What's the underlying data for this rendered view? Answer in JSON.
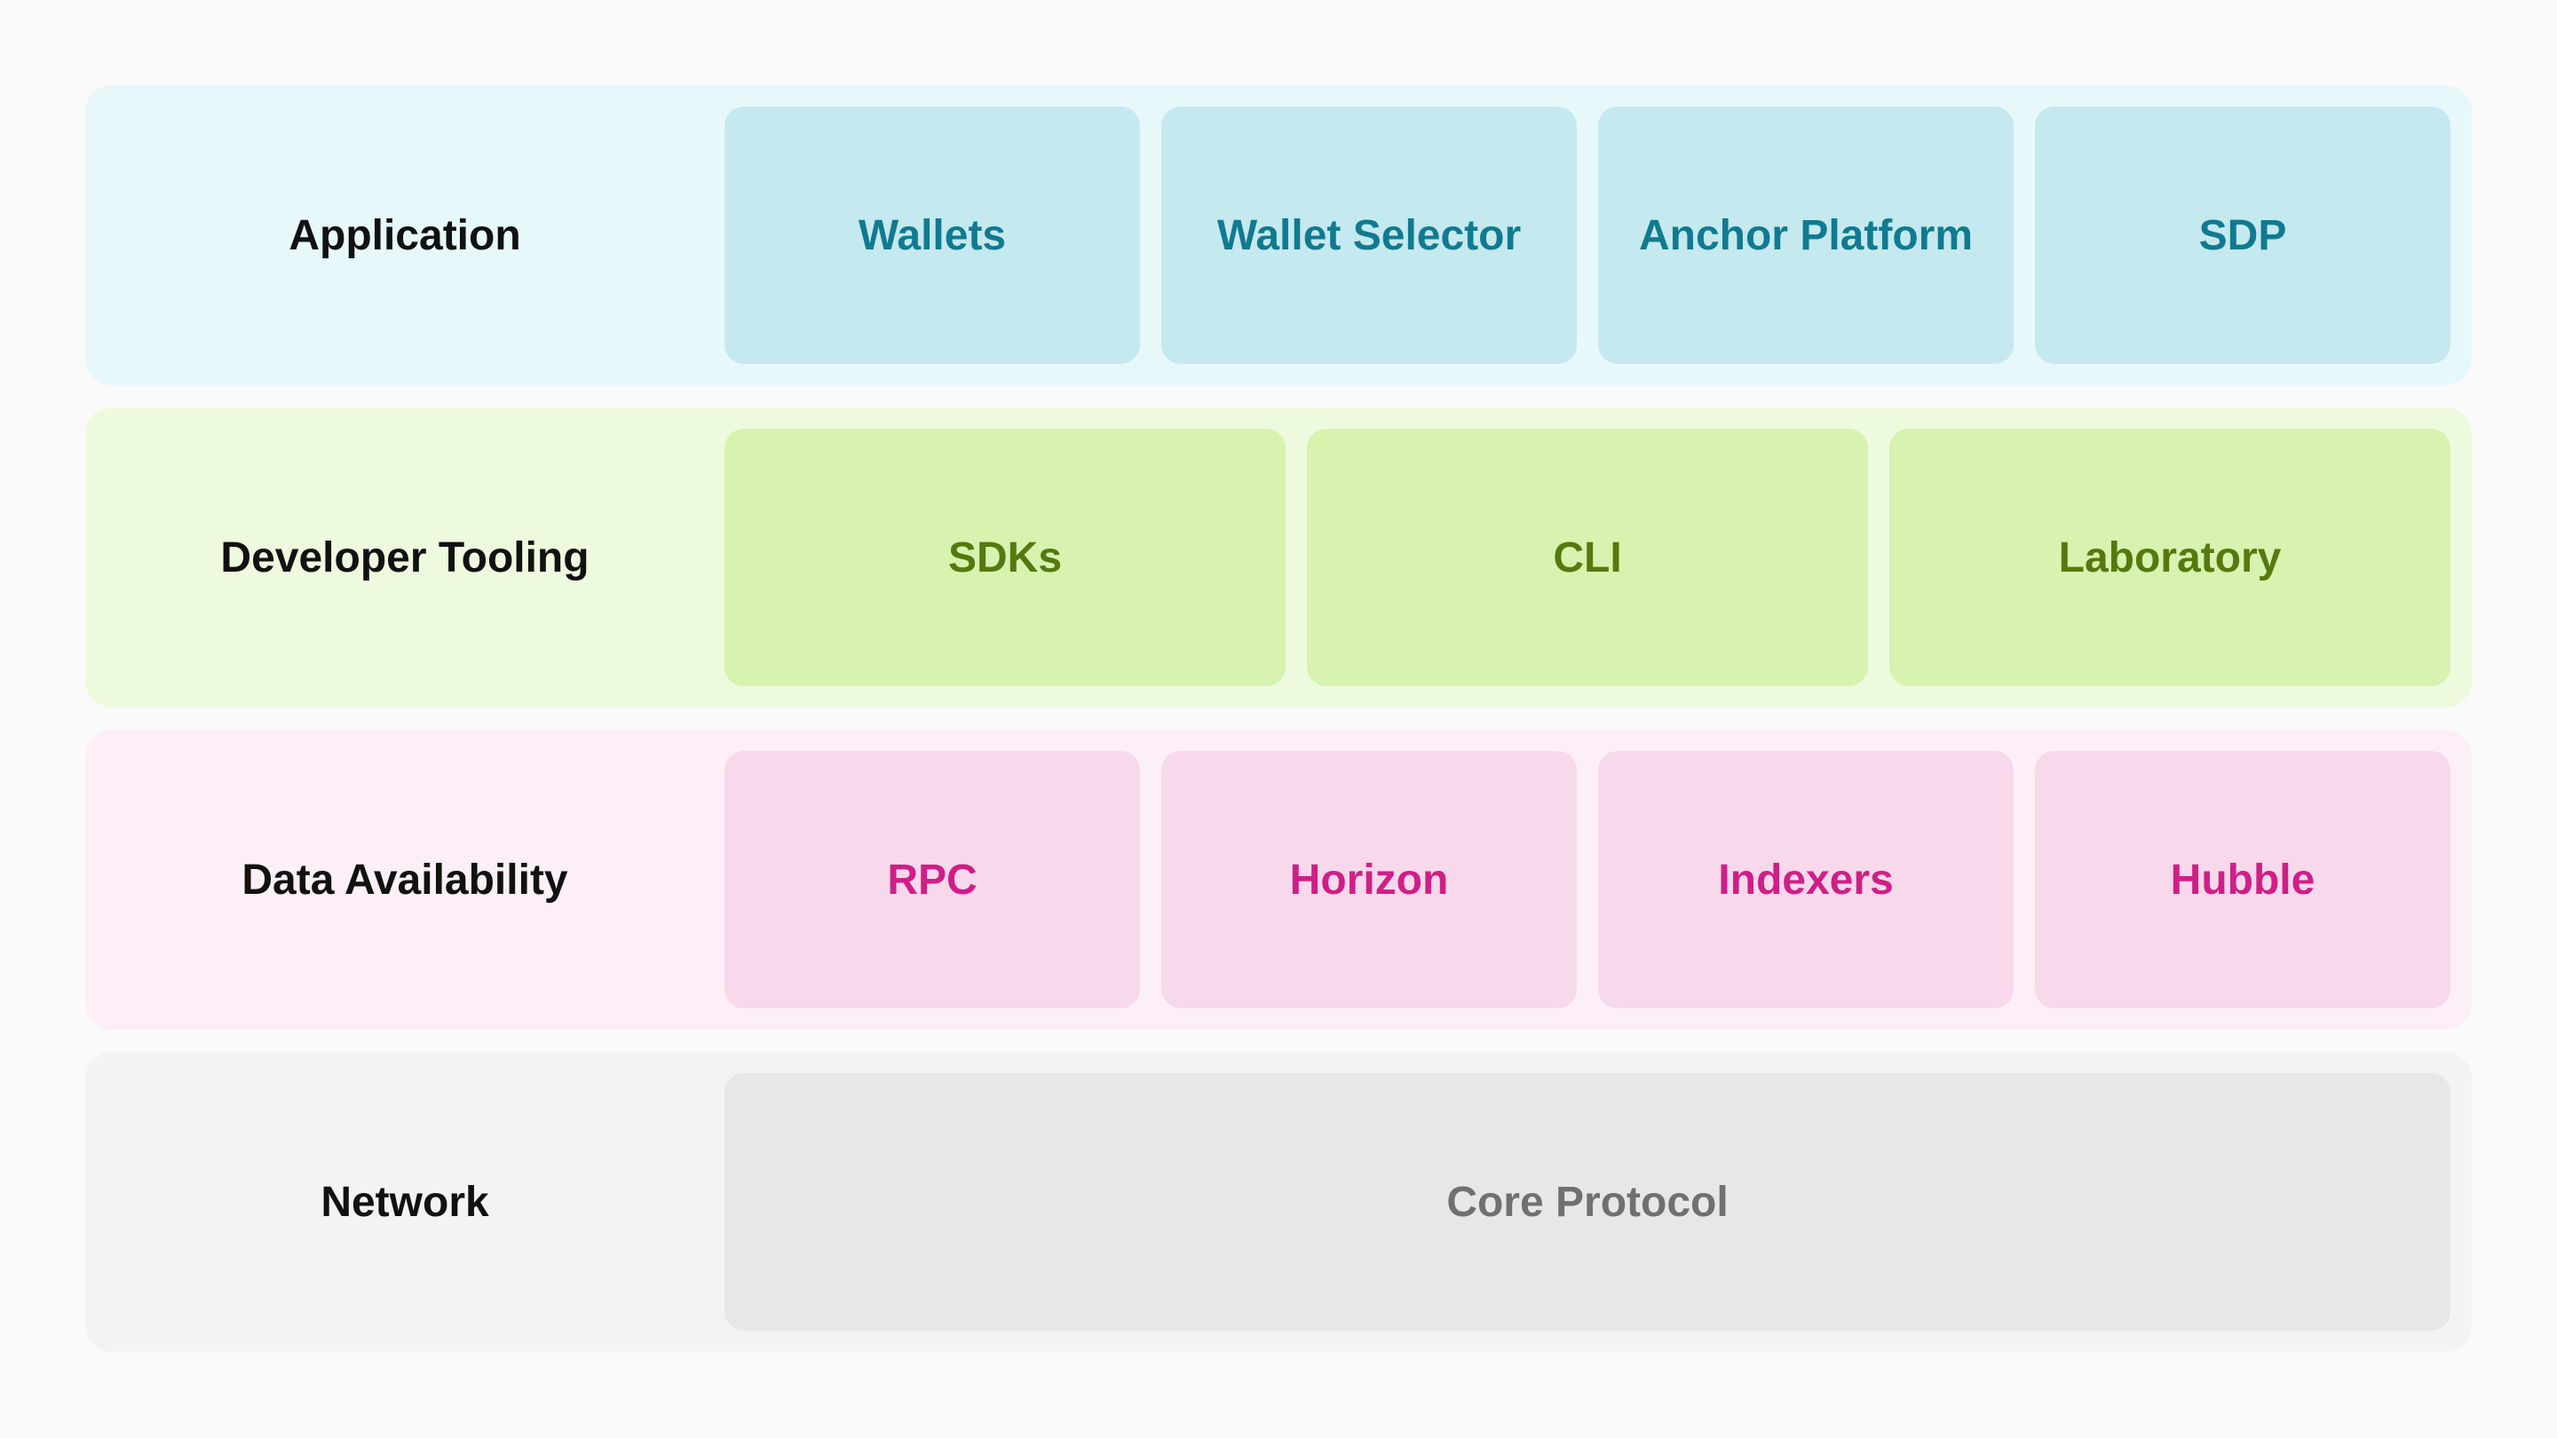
{
  "layers": [
    {
      "label": "Application",
      "color": "#117a90",
      "items": [
        "Wallets",
        "Wallet Selector",
        "Anchor Platform",
        "SDP"
      ]
    },
    {
      "label": "Developer Tooling",
      "color": "#55790f",
      "items": [
        "SDKs",
        "CLI",
        "Laboratory"
      ]
    },
    {
      "label": "Data Availability",
      "color": "#cf1f87",
      "items": [
        "RPC",
        "Horizon",
        "Indexers",
        "Hubble"
      ]
    },
    {
      "label": "Network",
      "color": "#707070",
      "items": [
        "Core Protocol"
      ]
    }
  ]
}
